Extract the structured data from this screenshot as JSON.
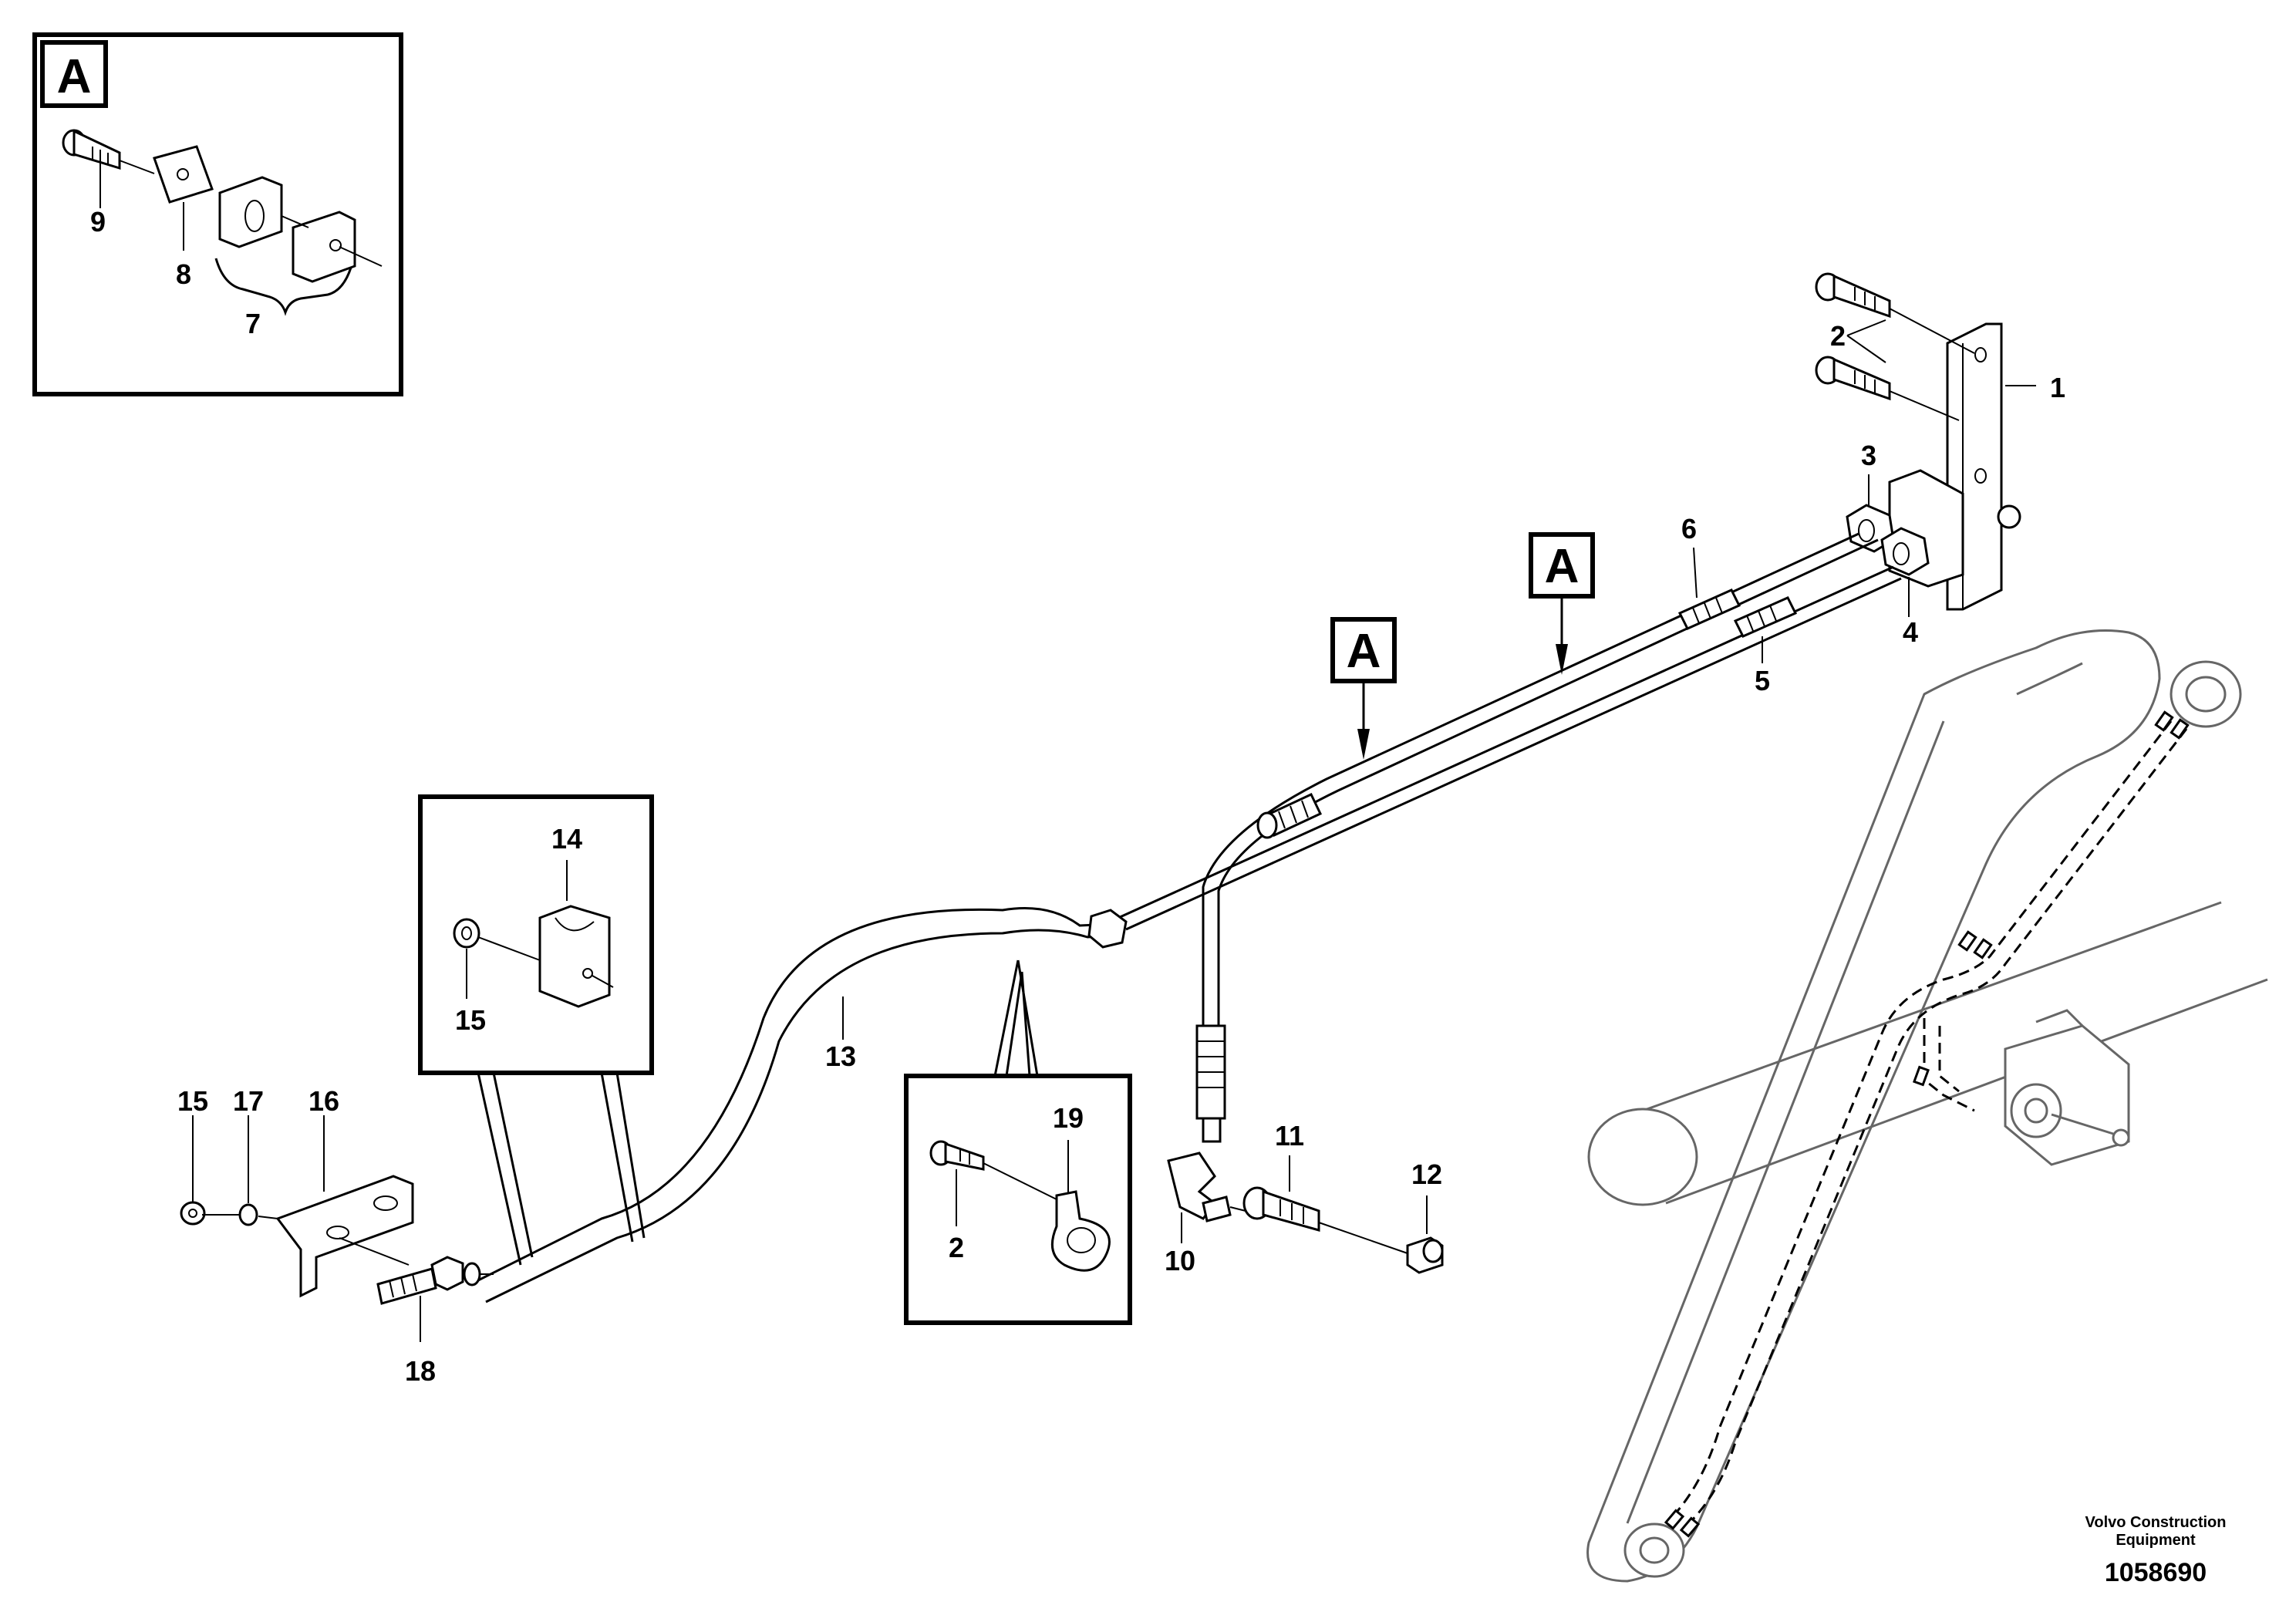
{
  "detail_marker": "A",
  "callouts": {
    "n1": "1",
    "n2": "2",
    "n2b": "2",
    "n3": "3",
    "n4": "4",
    "n5": "5",
    "n6": "6",
    "n7": "7",
    "n8": "8",
    "n9": "9",
    "n10": "10",
    "n11": "11",
    "n12": "12",
    "n13": "13",
    "n14": "14",
    "n15": "15",
    "n15b": "15",
    "n16": "16",
    "n17": "17",
    "n18": "18",
    "n19": "19"
  },
  "footer": {
    "brand_line1": "Volvo Construction",
    "brand_line2": "Equipment",
    "drawing_number": "1058690"
  }
}
